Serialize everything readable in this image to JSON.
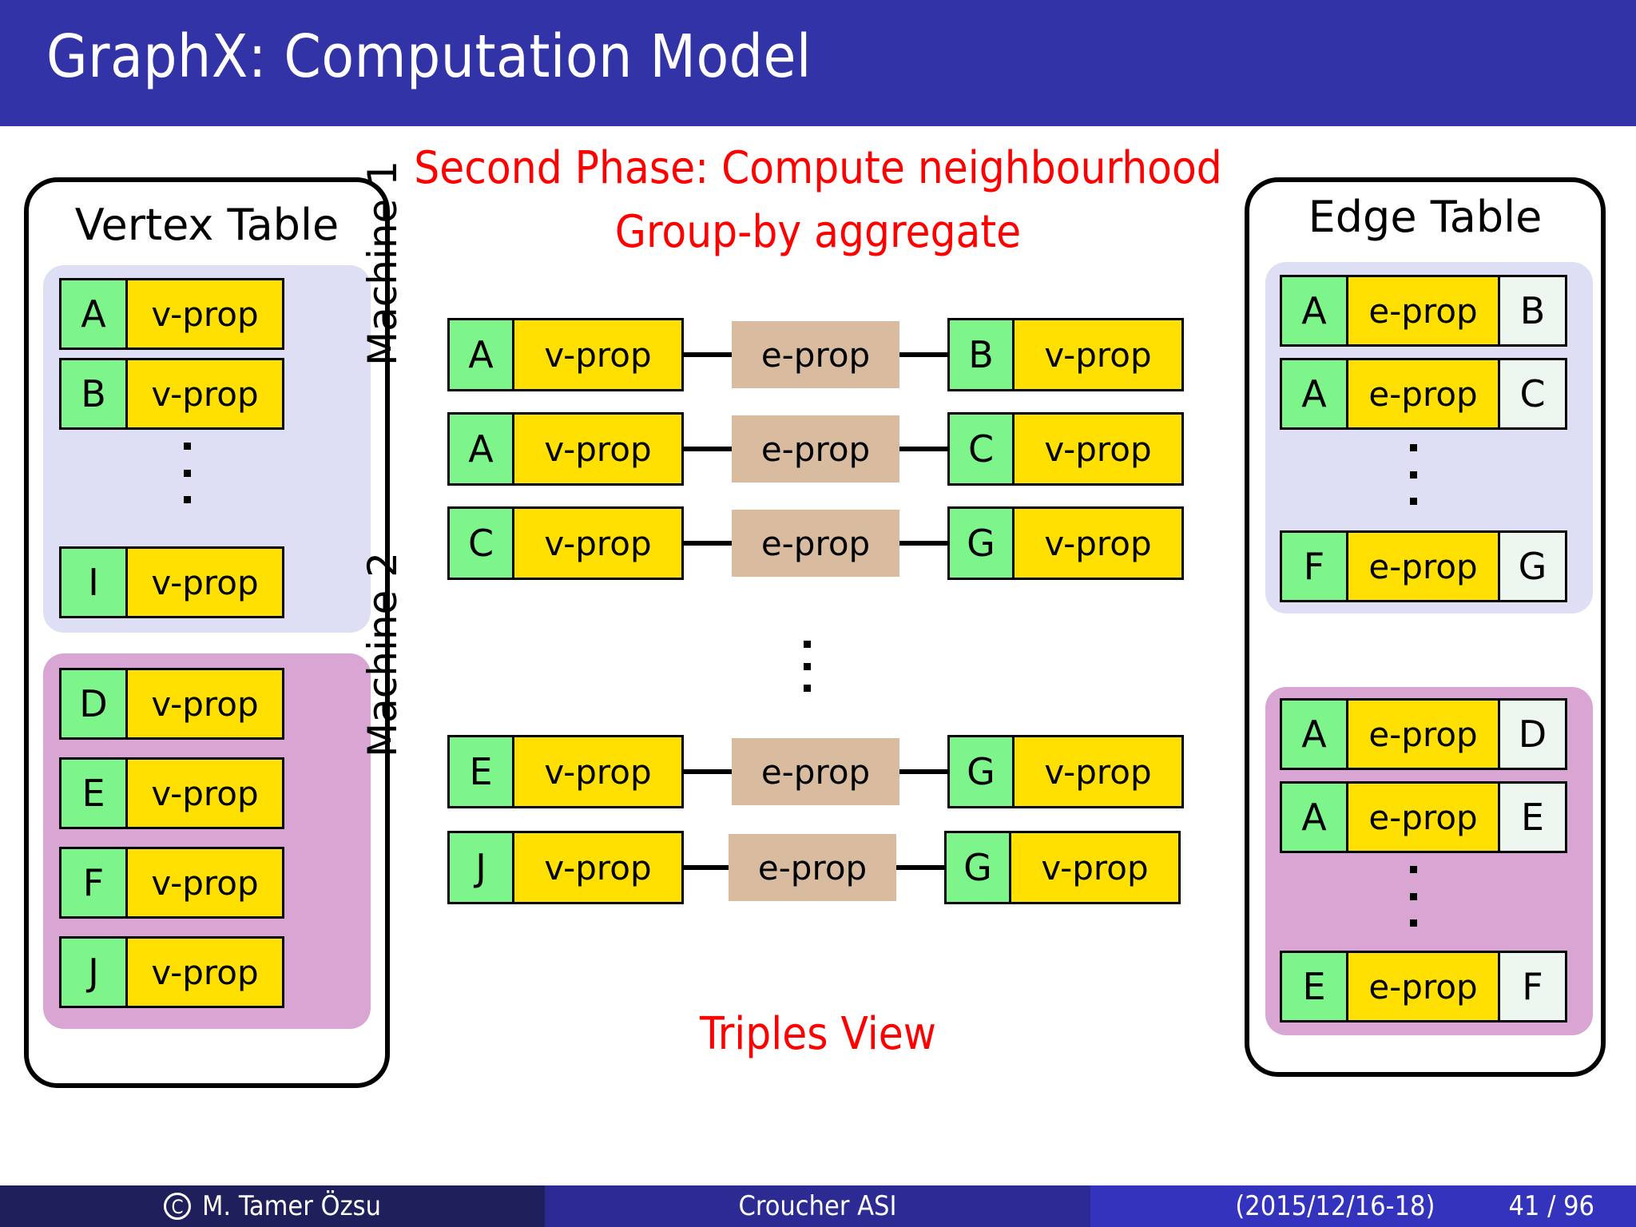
{
  "slide": {
    "title": "GraphX: Computation Model",
    "phase_heading_line1": "Second Phase:  Compute neighbourhood",
    "phase_heading_line2": "Group-by aggregate",
    "triples_caption": "Triples View",
    "accent_red": "#FF0000",
    "title_bar_color": "#3333A8"
  },
  "vertex_table": {
    "title": "Vertex Table",
    "groups": [
      {
        "machine_label": "Machine 1",
        "background": "#DEDEF5",
        "rows": [
          {
            "key": "A",
            "prop": "v-prop"
          },
          {
            "key": "B",
            "prop": "v-prop"
          },
          {
            "key": "I",
            "prop": "v-prop"
          }
        ],
        "ellipsis_after_row": 2
      },
      {
        "machine_label": "Machine 2",
        "background": "#D9A6D4",
        "rows": [
          {
            "key": "D",
            "prop": "v-prop"
          },
          {
            "key": "E",
            "prop": "v-prop"
          },
          {
            "key": "F",
            "prop": "v-prop"
          },
          {
            "key": "J",
            "prop": "v-prop"
          }
        ]
      }
    ]
  },
  "edge_table": {
    "title": "Edge Table",
    "groups": [
      {
        "background": "#DEDEF5",
        "rows": [
          {
            "src": "A",
            "prop": "e-prop",
            "dst": "B"
          },
          {
            "src": "A",
            "prop": "e-prop",
            "dst": "C"
          },
          {
            "src": "F",
            "prop": "e-prop",
            "dst": "G"
          }
        ],
        "ellipsis_after_row": 2
      },
      {
        "background": "#D9A6D4",
        "rows": [
          {
            "src": "A",
            "prop": "e-prop",
            "dst": "D"
          },
          {
            "src": "A",
            "prop": "e-prop",
            "dst": "E"
          },
          {
            "src": "E",
            "prop": "e-prop",
            "dst": "F"
          }
        ],
        "ellipsis_after_row": 2
      }
    ]
  },
  "triples_view": {
    "rows": [
      {
        "src_key": "A",
        "src_prop": "v-prop",
        "edge_prop": "e-prop",
        "dst_key": "B",
        "dst_prop": "v-prop"
      },
      {
        "src_key": "A",
        "src_prop": "v-prop",
        "edge_prop": "e-prop",
        "dst_key": "C",
        "dst_prop": "v-prop"
      },
      {
        "src_key": "C",
        "src_prop": "v-prop",
        "edge_prop": "e-prop",
        "dst_key": "G",
        "dst_prop": "v-prop"
      },
      {
        "src_key": "E",
        "src_prop": "v-prop",
        "edge_prop": "e-prop",
        "dst_key": "G",
        "dst_prop": "v-prop"
      },
      {
        "src_key": "J",
        "src_prop": "v-prop",
        "edge_prop": "e-prop",
        "dst_key": "G",
        "dst_prop": "v-prop"
      }
    ]
  },
  "footer": {
    "author": "M. Tamer Özsu",
    "venue": "Croucher ASI",
    "date": "(2015/12/16-18)",
    "page": "41 / 96"
  },
  "colors": {
    "key_green": "#7DF58B",
    "prop_yellow": "#FFE000",
    "dst_white": "#EEF7EF",
    "edge_tan": "#D9BBA0",
    "group_blue": "#DEDEF5",
    "group_purple": "#D9A6D4"
  }
}
